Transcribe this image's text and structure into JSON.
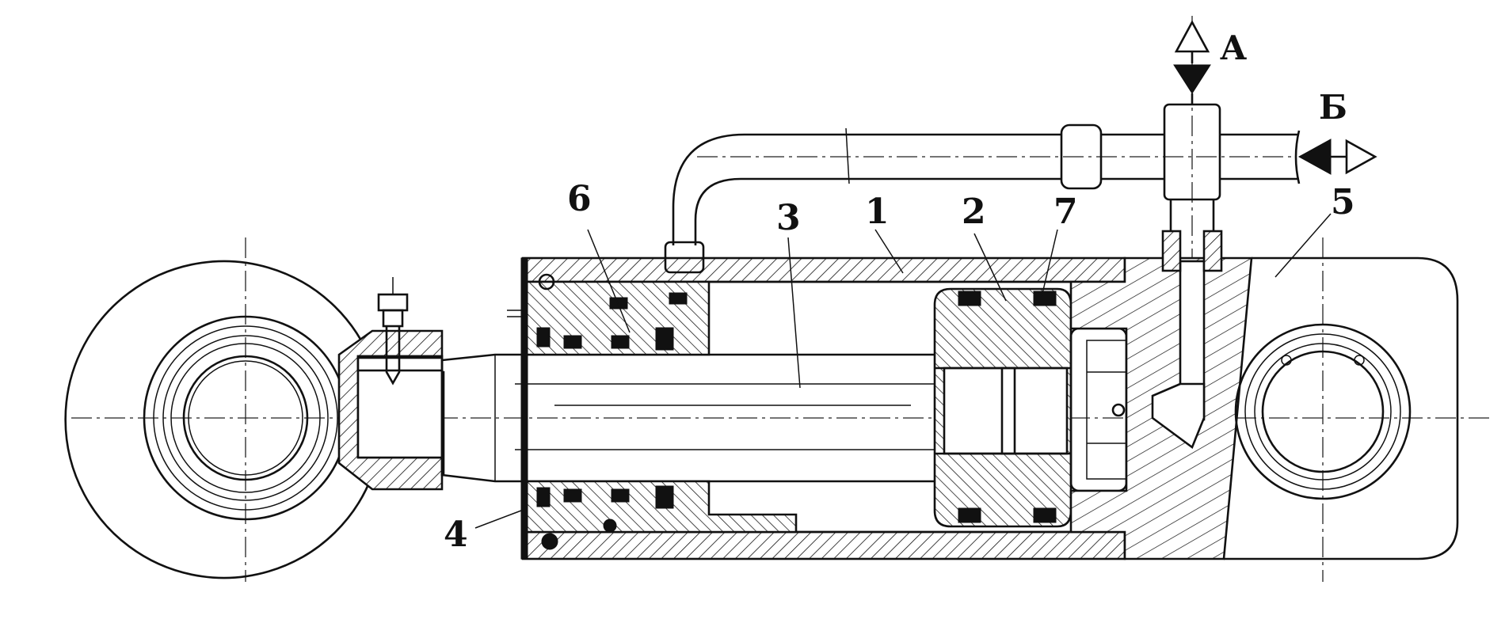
{
  "diagram": {
    "callouts": {
      "c1": "1",
      "c2": "2",
      "c3": "3",
      "c4": "4",
      "c5": "5",
      "c6": "6",
      "c7": "7"
    },
    "ports": {
      "a": "А",
      "b": "Б"
    }
  }
}
